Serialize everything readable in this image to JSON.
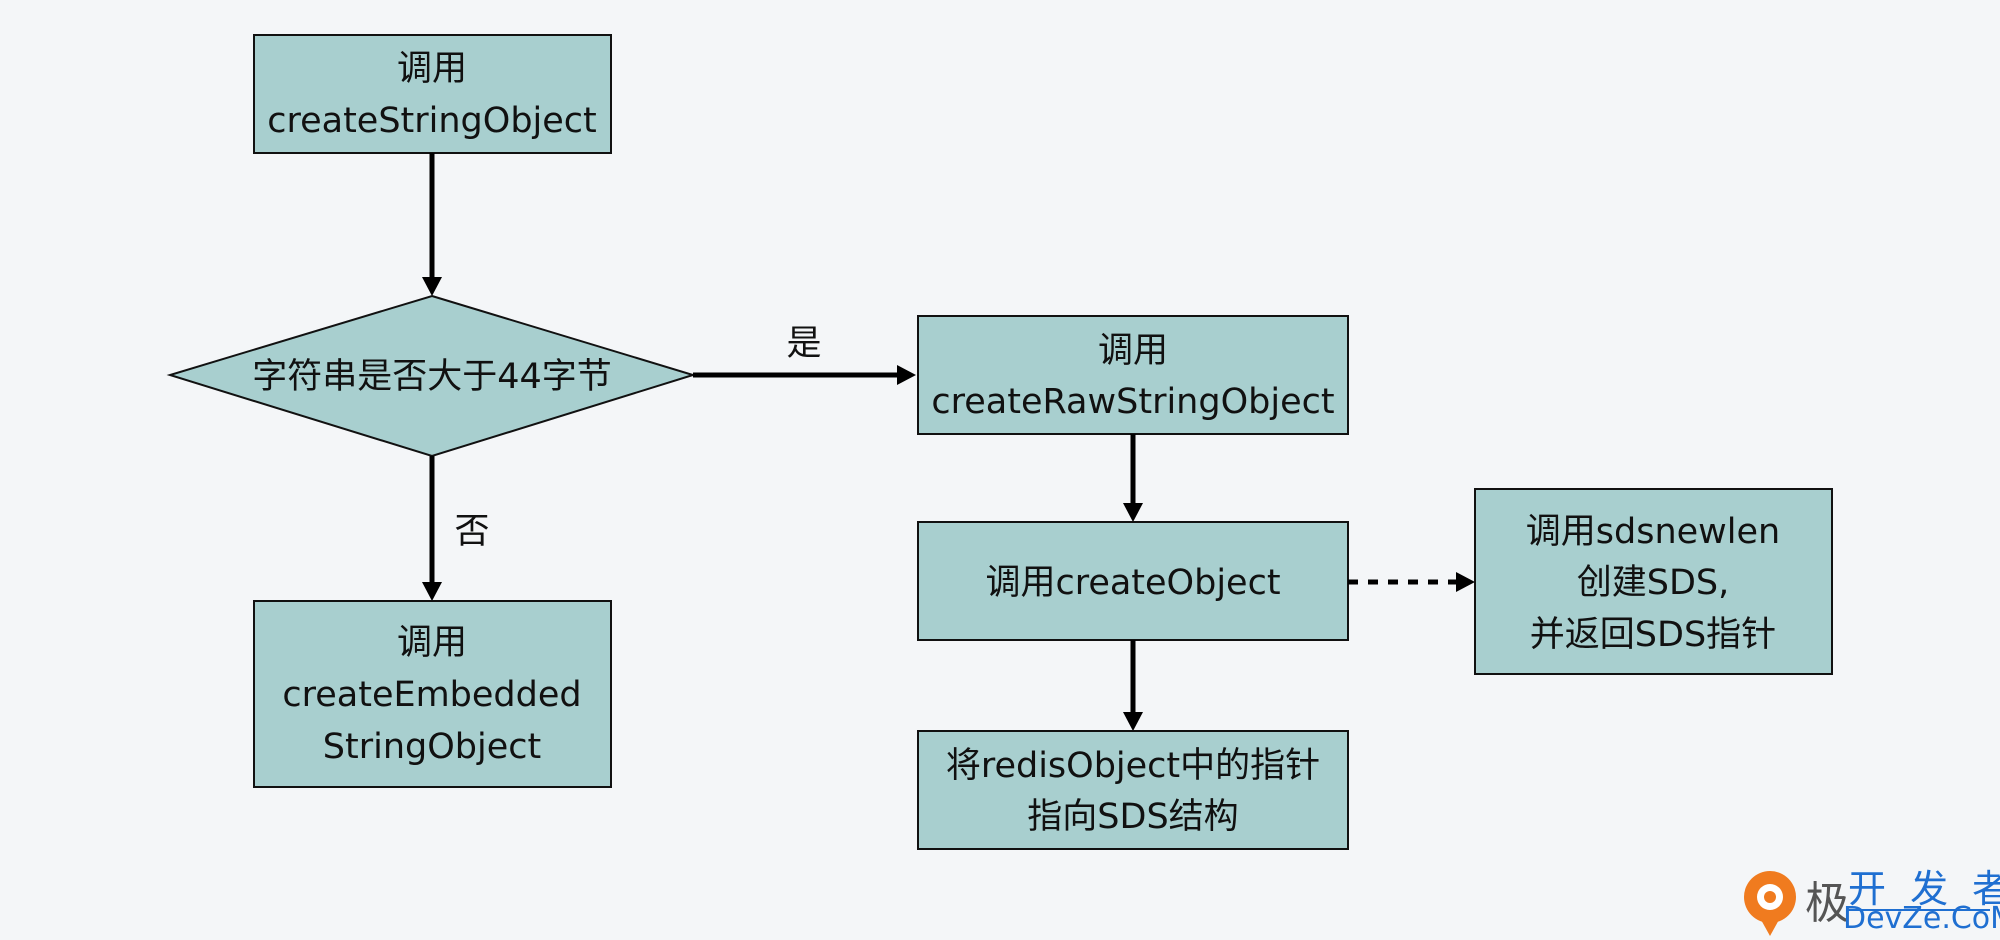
{
  "diagram": {
    "nodes": {
      "create_string_object": {
        "lines": [
          "调用",
          "createStringObject"
        ]
      },
      "decision": {
        "lines": [
          "字符串是否大于44字节"
        ]
      },
      "create_raw_string_object": {
        "lines": [
          "调用",
          "createRawStringObject"
        ]
      },
      "create_embedded_string_object": {
        "lines": [
          "调用",
          "createEmbedded",
          "StringObject"
        ]
      },
      "create_object": {
        "lines": [
          "调用createObject"
        ]
      },
      "sdsnewlen": {
        "lines": [
          "调用sdsnewlen",
          "创建SDS,",
          "并返回SDS指针"
        ]
      },
      "redis_object_pointer": {
        "lines": [
          "将redisObject中的指针",
          "指向SDS结构"
        ]
      }
    },
    "edges": {
      "yes_label": "是",
      "no_label": "否"
    },
    "colors": {
      "node_fill": "#a8cfcf",
      "node_stroke": "#111111",
      "arrow": "#000000",
      "background": "#f4f6f8"
    }
  },
  "watermark": {
    "logo_char": "极",
    "brand_text": "开 发 者",
    "domain_text": "DevZe.CoM",
    "color": "#1f6fd1",
    "logo_color": "#f07b1f"
  }
}
